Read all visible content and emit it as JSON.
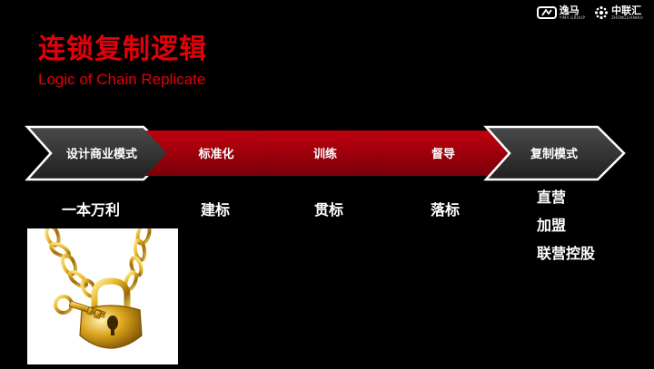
{
  "header": {
    "logo1": {
      "name": "逸马",
      "sub": "YIMA GROUP"
    },
    "logo2": {
      "name": "中联汇",
      "sub": "ZHONGLIANHUI"
    }
  },
  "title": "连锁复制逻辑",
  "subtitle": "Logic of Chain Replicate",
  "steps": [
    {
      "label": "设计商业模式"
    },
    {
      "label": "标准化"
    },
    {
      "label": "训练"
    },
    {
      "label": "督导"
    },
    {
      "label": "复制模式"
    }
  ],
  "columns": {
    "c1": "一本万利",
    "c2": "建标",
    "c3": "贯标",
    "c4": "落标",
    "c5": [
      "直营",
      "加盟",
      "联营控股"
    ]
  },
  "colors": {
    "accent": "#e3000b",
    "dark_chevron": "#2e2e2e",
    "red_chevron": "#a3000d",
    "border": "#ffffff"
  },
  "icons": {
    "logo1": "yima-logo-icon",
    "logo2": "zhonglianhui-logo-icon",
    "image": "golden-chain-padlock-with-key"
  }
}
